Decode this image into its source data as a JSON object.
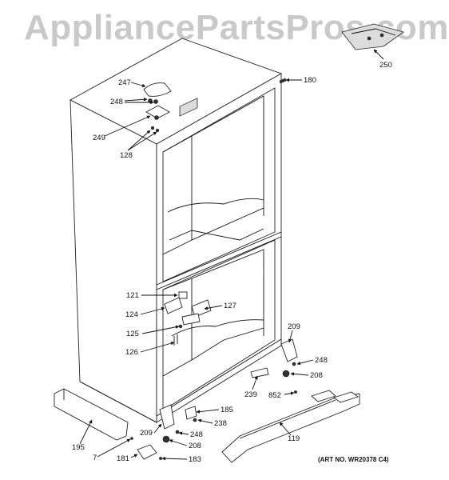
{
  "watermark": "AppliancePartsPros.com",
  "art_number": "(ART NO. WR20378 C4)",
  "callouts": [
    "247",
    "248",
    "249",
    "128",
    "180",
    "250",
    "121",
    "124",
    "127",
    "125",
    "126",
    "209",
    "248",
    "208",
    "239",
    "852",
    "185",
    "238",
    "209",
    "248",
    "208",
    "119",
    "195",
    "7",
    "181",
    "183"
  ]
}
